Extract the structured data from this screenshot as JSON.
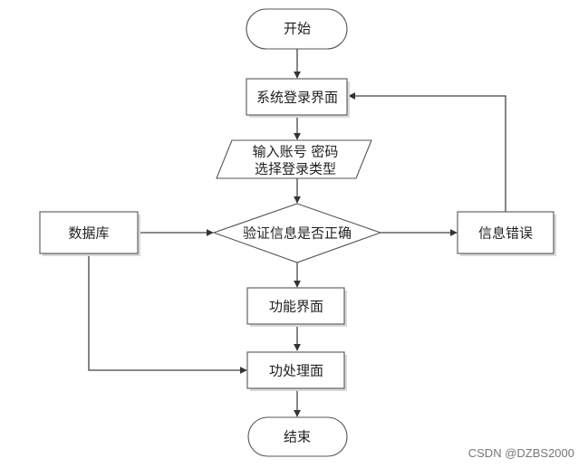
{
  "flowchart": {
    "nodes": {
      "start": "开始",
      "login_ui": "系统登录界面",
      "input_line1": "输入账号 密码",
      "input_line2": "选择登录类型",
      "database": "数据库",
      "verify": "验证信息是否正确",
      "error": "信息错误",
      "function_ui": "功能界面",
      "process_ui": "功处理面",
      "end": "结束"
    },
    "edges": [
      {
        "from": "开始",
        "to": "系统登录界面"
      },
      {
        "from": "系统登录界面",
        "to": "输入账号 密码 / 选择登录类型"
      },
      {
        "from": "输入账号 密码 / 选择登录类型",
        "to": "验证信息是否正确"
      },
      {
        "from": "数据库",
        "to": "验证信息是否正确"
      },
      {
        "from": "验证信息是否正确",
        "to": "信息错误"
      },
      {
        "from": "信息错误",
        "to": "系统登录界面"
      },
      {
        "from": "验证信息是否正确",
        "to": "功能界面"
      },
      {
        "from": "功能界面",
        "to": "功处理面"
      },
      {
        "from": "数据库",
        "to": "功处理面"
      },
      {
        "from": "功处理面",
        "to": "结束"
      }
    ]
  },
  "watermark": "CSDN @DZBS2000"
}
